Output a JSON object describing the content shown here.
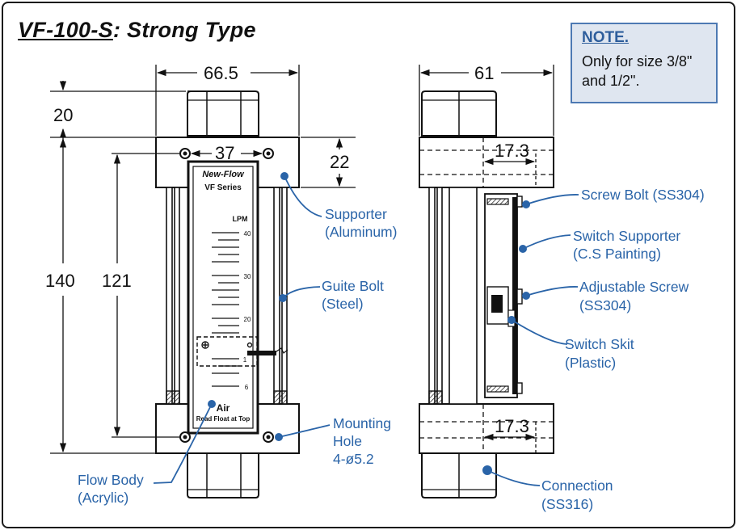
{
  "title": {
    "model": "VF-100-S",
    "rest": ": Strong Type"
  },
  "note": {
    "heading": "NOTE.",
    "line1": "Only for size 3/8\"",
    "line2": "and 1/2\"."
  },
  "front_view": {
    "dim_width": "66.5",
    "dim_top": "20",
    "dim_height": "140",
    "dim_inner": "121",
    "dim_hole_spacing": "37",
    "dim_supporter": "22",
    "brand": "New-Flow",
    "series": "VF Series",
    "unit": "LPM",
    "scale": [
      "40",
      "30",
      "20",
      "1",
      "6"
    ],
    "medium": "Air",
    "read_note": "Read Float at Top"
  },
  "side_view": {
    "dim_width": "61",
    "dim_offset_top": "17.3",
    "dim_offset_bottom": "17.3"
  },
  "labels": {
    "supporter": [
      "Supporter",
      "(Aluminum)"
    ],
    "guite_bolt": [
      "Guite Bolt",
      "(Steel)"
    ],
    "mounting_hole": [
      "Mounting",
      "Hole",
      "4-ø5.2"
    ],
    "flow_body": [
      "Flow Body",
      "(Acrylic)"
    ],
    "screw_bolt": [
      "Screw Bolt (SS304)"
    ],
    "switch_supporter": [
      "Switch Supporter",
      "(C.S Painting)"
    ],
    "adjustable_screw": [
      "Adjustable Screw",
      "(SS304)"
    ],
    "switch_skit": [
      "Switch Skit",
      "(Plastic)"
    ],
    "connection": [
      "Connection",
      "(SS316)"
    ]
  },
  "colors": {
    "callout": "#2a64a8",
    "note_bg": "#dfe6f0",
    "note_border": "#4d79b3",
    "ink": "#111111"
  }
}
